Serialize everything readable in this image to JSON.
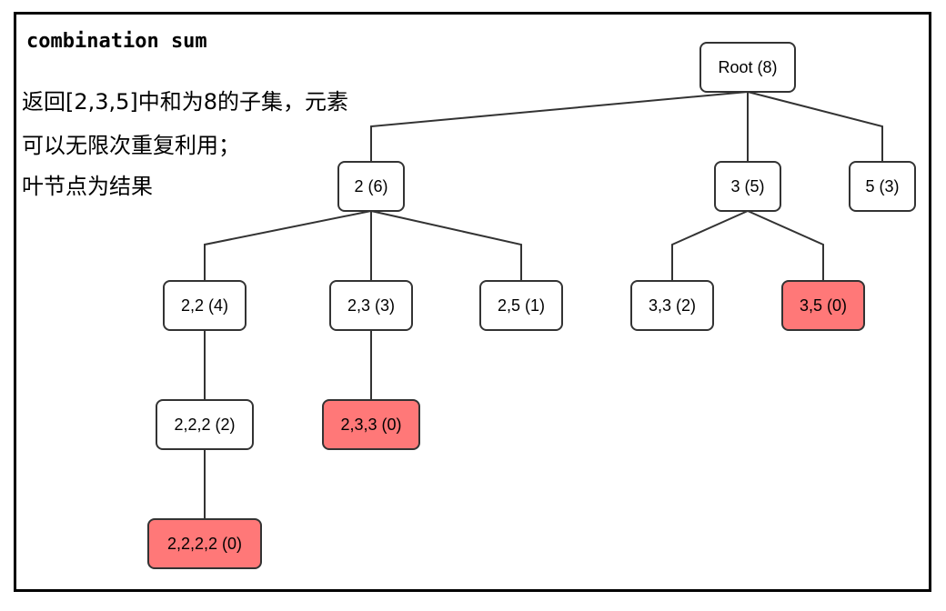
{
  "title": "combination sum",
  "description": [
    "返回[2,3,5]中和为8的子集，元素",
    "可以无限次重复利用；",
    "叶节点为结果"
  ],
  "colors": {
    "result_fill": "#ff7878",
    "node_fill": "#ffffff",
    "stroke": "#333333"
  },
  "nodes": [
    {
      "id": "root",
      "label": "Root (8)",
      "result": false
    },
    {
      "id": "n2",
      "label": "2 (6)",
      "result": false
    },
    {
      "id": "n3",
      "label": "3 (5)",
      "result": false
    },
    {
      "id": "n5",
      "label": "5 (3)",
      "result": false
    },
    {
      "id": "n22",
      "label": "2,2 (4)",
      "result": false
    },
    {
      "id": "n23",
      "label": "2,3 (3)",
      "result": false
    },
    {
      "id": "n25",
      "label": "2,5 (1)",
      "result": false
    },
    {
      "id": "n33",
      "label": "3,3 (2)",
      "result": false
    },
    {
      "id": "n35",
      "label": "3,5 (0)",
      "result": true
    },
    {
      "id": "n222",
      "label": "2,2,2 (2)",
      "result": false
    },
    {
      "id": "n233",
      "label": "2,3,3 (0)",
      "result": true
    },
    {
      "id": "n2222",
      "label": "2,2,2,2 (0)",
      "result": true
    }
  ],
  "edges": [
    [
      "root",
      "n2"
    ],
    [
      "root",
      "n3"
    ],
    [
      "root",
      "n5"
    ],
    [
      "n2",
      "n22"
    ],
    [
      "n2",
      "n23"
    ],
    [
      "n2",
      "n25"
    ],
    [
      "n3",
      "n33"
    ],
    [
      "n3",
      "n35"
    ],
    [
      "n22",
      "n222"
    ],
    [
      "n23",
      "n233"
    ],
    [
      "n222",
      "n2222"
    ]
  ]
}
